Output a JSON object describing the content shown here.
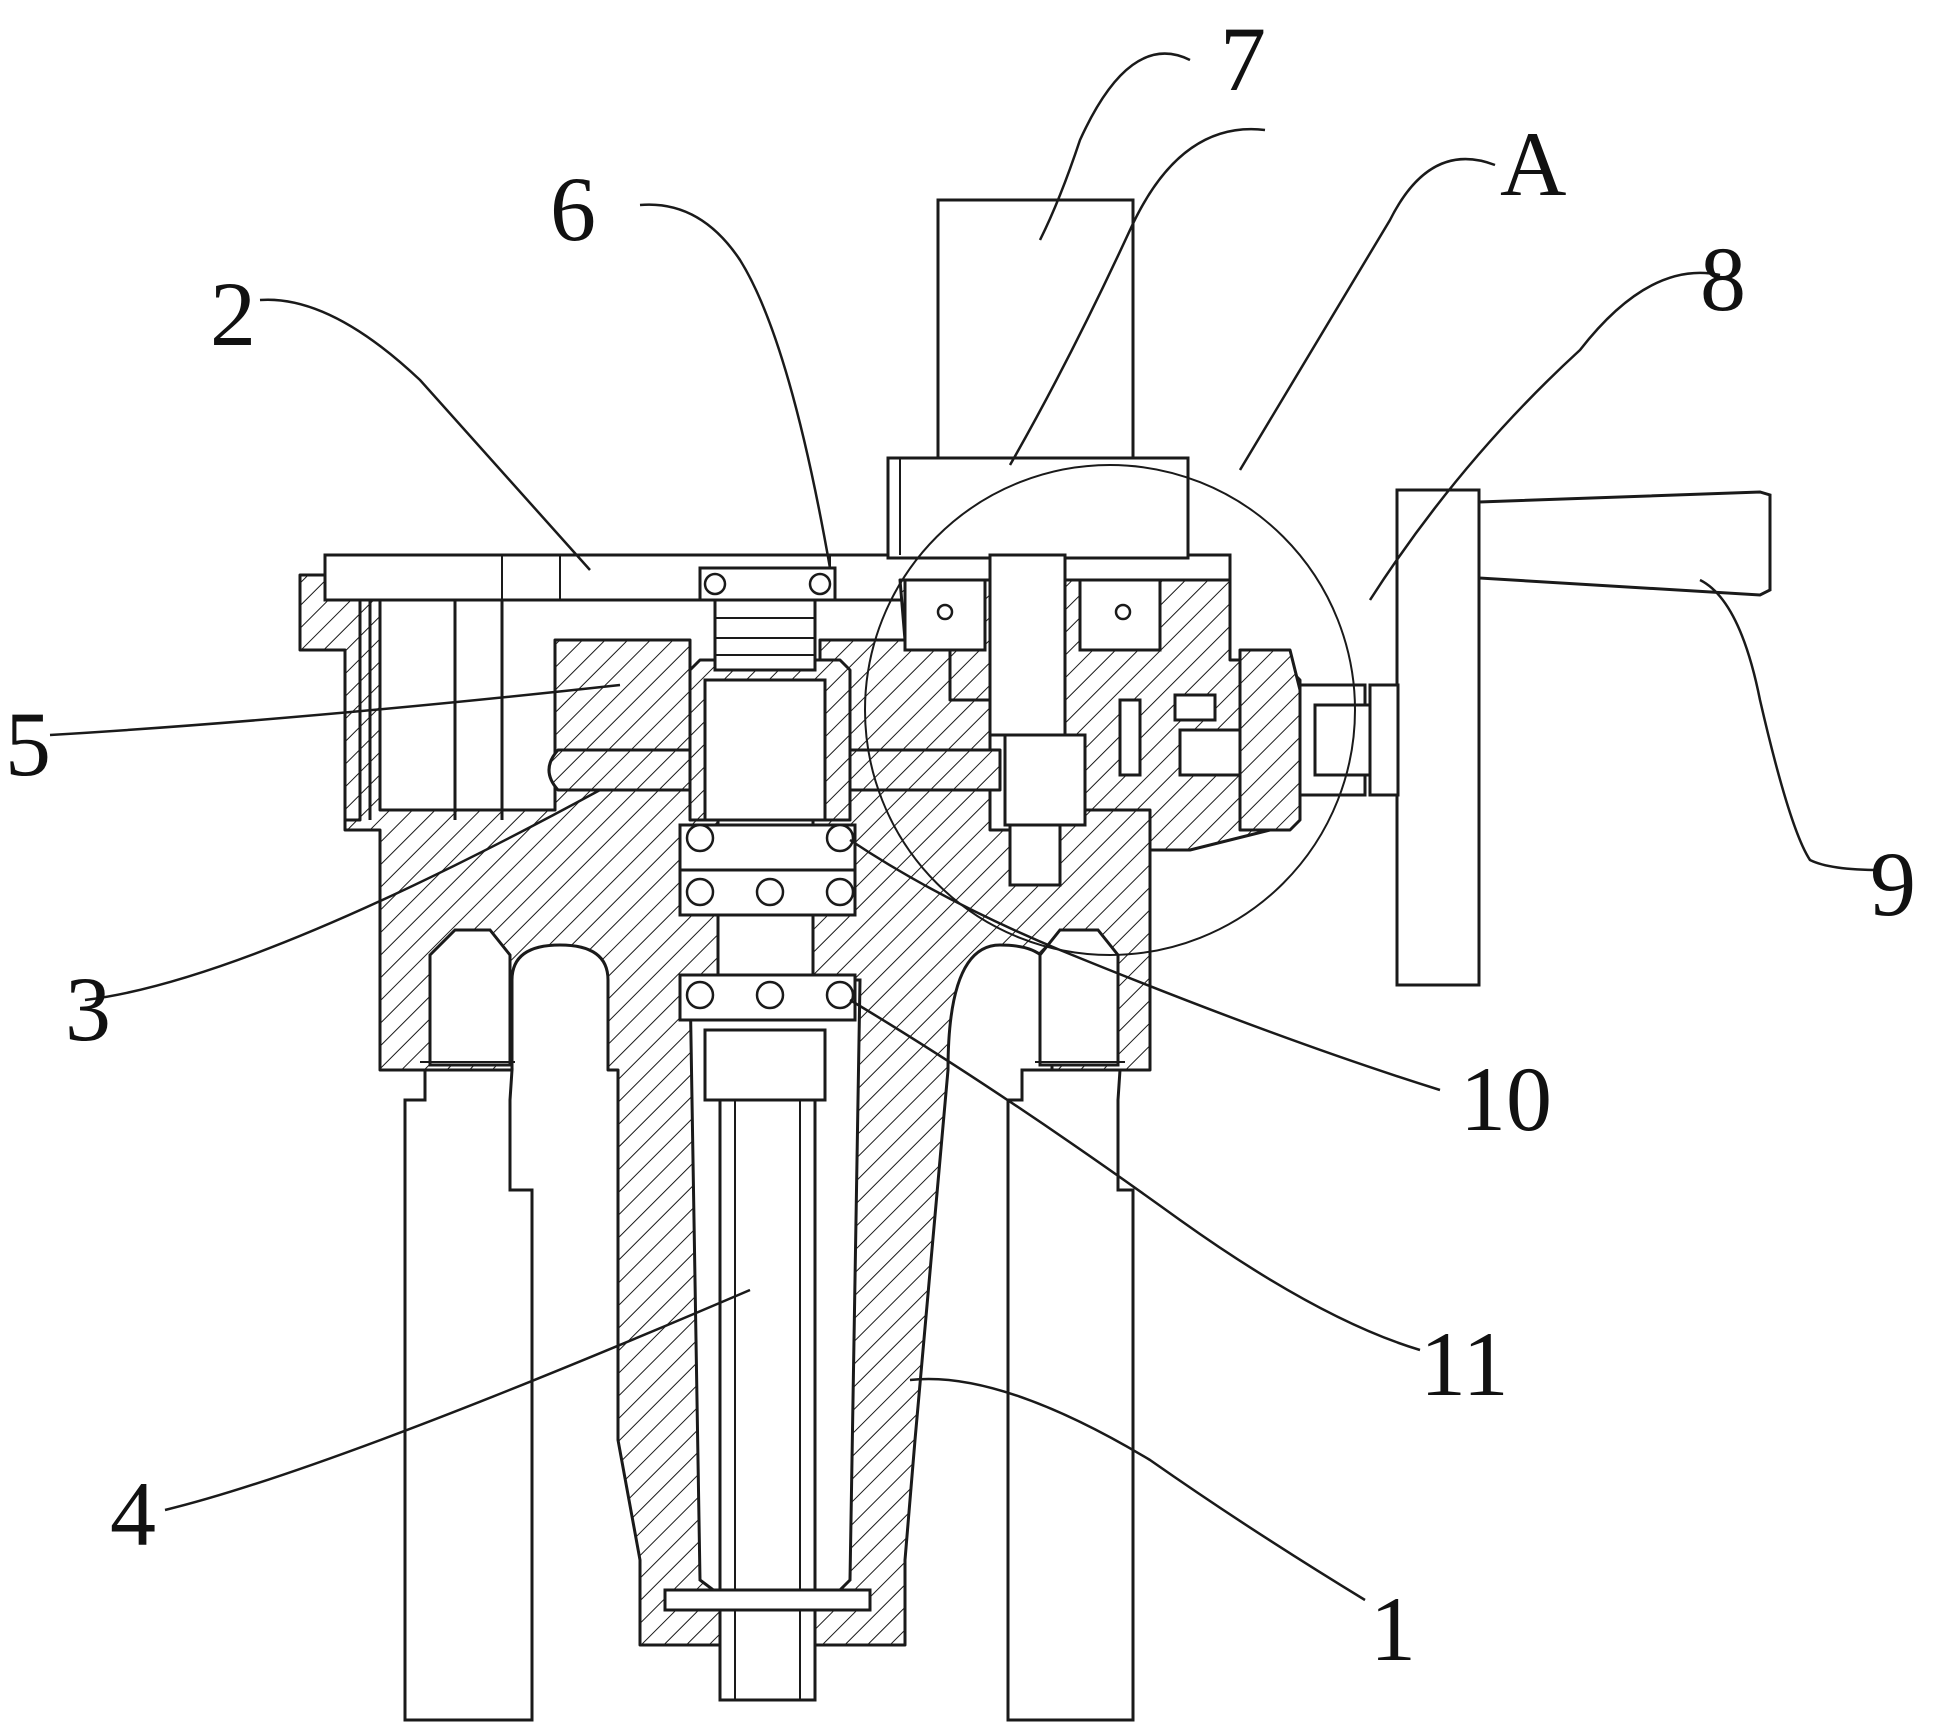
{
  "labels": {
    "l1": "1",
    "l2": "2",
    "l3": "3",
    "l4": "4",
    "l5": "5",
    "l6": "6",
    "l7": "7",
    "l8": "8",
    "l9": "9",
    "l10": "10",
    "l11": "11",
    "lA": "A"
  }
}
